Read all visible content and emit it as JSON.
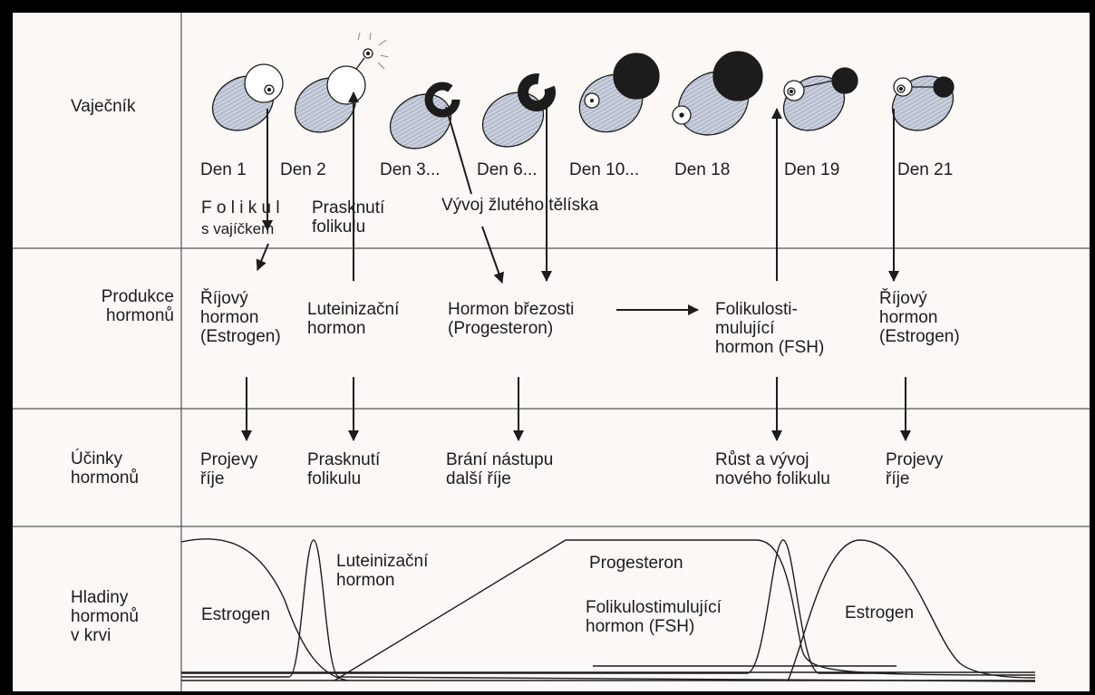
{
  "rows": {
    "ovary": "Vaječník",
    "production": "Produkce\nhormonů",
    "effects": "Účinky\nhormonů",
    "levels": "Hladiny\nhormonů\nv krvi"
  },
  "days": [
    "Den 1",
    "Den 2",
    "Den 3...",
    "Den 6...",
    "Den 10...",
    "Den 18",
    "Den 19",
    "Den 21"
  ],
  "events": {
    "follicle_line1": "F o l i k u l",
    "follicle_line2": "s vajíčkem",
    "rupture": "Prasknutí\nfolikulu",
    "corpus_luteum": "Vývoj žlutého tělíska"
  },
  "production": {
    "estrogen_1": "Říjový\nhormon\n(Estrogen)",
    "lh": "Luteinizační\nhormon",
    "progesterone": "Hormon březosti\n(Progesteron)",
    "fsh": "Folikulosti-\nmulující\nhormon (FSH)",
    "estrogen_2": "Říjový\nhormon\n(Estrogen)"
  },
  "effects": {
    "heat_1": "Projevy\nříje",
    "rupture": "Prasknutí\nfolikulu",
    "prevent": "Brání nástupu\ndalší říje",
    "growth": "Růst a vývoj\nnového folikulu",
    "heat_2": "Projevy\nříje"
  },
  "curves": {
    "estrogen_1": "Estrogen",
    "lh": "Luteinizační\nhormon",
    "progesterone": "Progesteron",
    "fsh": "Folikulostimulující\nhormon (FSH)",
    "estrogen_2": "Estrogen"
  },
  "colors": {
    "background": "#fbf8f5",
    "frame": "#000000",
    "ink": "#1c1c1c",
    "ovary_fill": "#c9cfdd"
  }
}
